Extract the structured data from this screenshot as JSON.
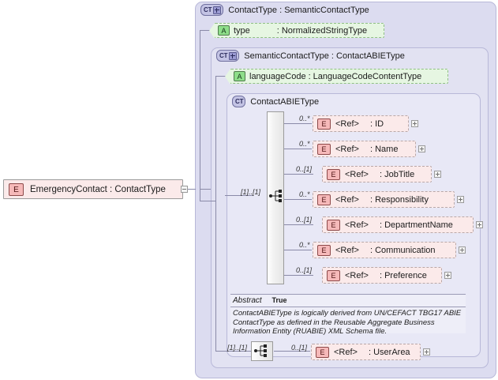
{
  "diagram": {
    "kind": "xsd-schema-diagram",
    "root_element": {
      "icon": "element-icon",
      "label": "EmergencyContact : ContactType",
      "expander": "minus-expander"
    },
    "level1": {
      "icon": "complextype-plus-icon",
      "icon_label": "CT",
      "title": "ContactType : SemanticContactType",
      "attribute": {
        "icon": "attribute-icon",
        "icon_label": "A",
        "name": "type",
        "separator": ":",
        "type": "NormalizedStringType"
      }
    },
    "level2": {
      "icon": "complextype-plus-icon",
      "icon_label": "CT",
      "title": "SemanticContactType : ContactABIEType",
      "attribute": {
        "icon": "attribute-icon",
        "icon_label": "A",
        "name": "languageCode",
        "separator": ":",
        "type": "LanguageCodeContentType"
      }
    },
    "level3": {
      "icon": "complextype-icon",
      "icon_label": "CT",
      "title": "ContactABIEType",
      "sequence_cardinality": "[1]..[1]",
      "elements": [
        {
          "cardinality": "0..*",
          "icon_label": "E",
          "ref": "<Ref>",
          "separator": ":",
          "name": "ID"
        },
        {
          "cardinality": "0..*",
          "icon_label": "E",
          "ref": "<Ref>",
          "separator": ":",
          "name": "Name"
        },
        {
          "cardinality": "0..[1]",
          "icon_label": "E",
          "ref": "<Ref>",
          "separator": ":",
          "name": "JobTitle"
        },
        {
          "cardinality": "0..*",
          "icon_label": "E",
          "ref": "<Ref>",
          "separator": ":",
          "name": "Responsibility"
        },
        {
          "cardinality": "0..[1]",
          "icon_label": "E",
          "ref": "<Ref>",
          "separator": ":",
          "name": "DepartmentName"
        },
        {
          "cardinality": "0..*",
          "icon_label": "E",
          "ref": "<Ref>",
          "separator": ":",
          "name": "Communication"
        },
        {
          "cardinality": "0..[1]",
          "icon_label": "E",
          "ref": "<Ref>",
          "separator": ":",
          "name": "Preference"
        }
      ],
      "abstract_label": "Abstract",
      "abstract_value": "True",
      "documentation": "ContactABIEType is logically derived from UN/CEFACT TBG17 ABIE ContactType as defined in the Reusable Aggregate Business Information Entity (RUABIE) XML Schema file."
    },
    "bottom": {
      "sequence_cardinality": "[1]..[1]",
      "element": {
        "cardinality": "0..[1]",
        "icon_label": "E",
        "ref": "<Ref>",
        "separator": ":",
        "name": "UserArea"
      }
    },
    "colors": {
      "level1_bg": "#dcdcf0",
      "level2_bg": "#e2e2f2",
      "level3_bg": "#e8e8f6",
      "element_bg": "#fbeaea",
      "element_icon": "#f6b9b9",
      "attribute_bg": "#e6f6e2",
      "attribute_icon": "#8ede8a",
      "connector": "#8a8aa8",
      "page_bg": "#ffffff"
    }
  }
}
